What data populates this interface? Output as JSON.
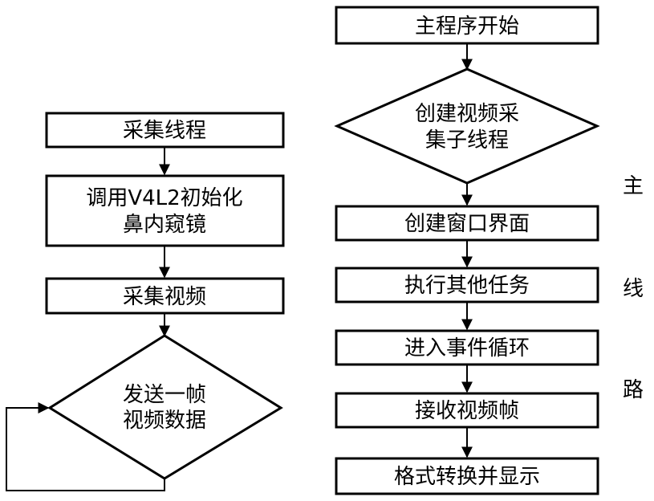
{
  "left_flow": {
    "capture_thread": "采集线程",
    "init_line1": "调用V4L2初始化",
    "init_line2": "鼻内窥镜",
    "capture_video": "采集视频",
    "send_frame_line1": "发送一帧",
    "send_frame_line2": "视频数据"
  },
  "right_flow": {
    "main_start": "主程序开始",
    "create_thread_line1": "创建视频采",
    "create_thread_line2": "集子线程",
    "create_window": "创建窗口界面",
    "other_tasks": "执行其他任务",
    "event_loop": "进入事件循环",
    "receive_frame": "接收视频帧",
    "format_display": "格式转换并显示"
  },
  "side_label": {
    "char1": "主",
    "char2": "线",
    "char3": "路"
  },
  "colors": {
    "stroke": "#000000",
    "fill": "#ffffff",
    "text": "#000000"
  }
}
